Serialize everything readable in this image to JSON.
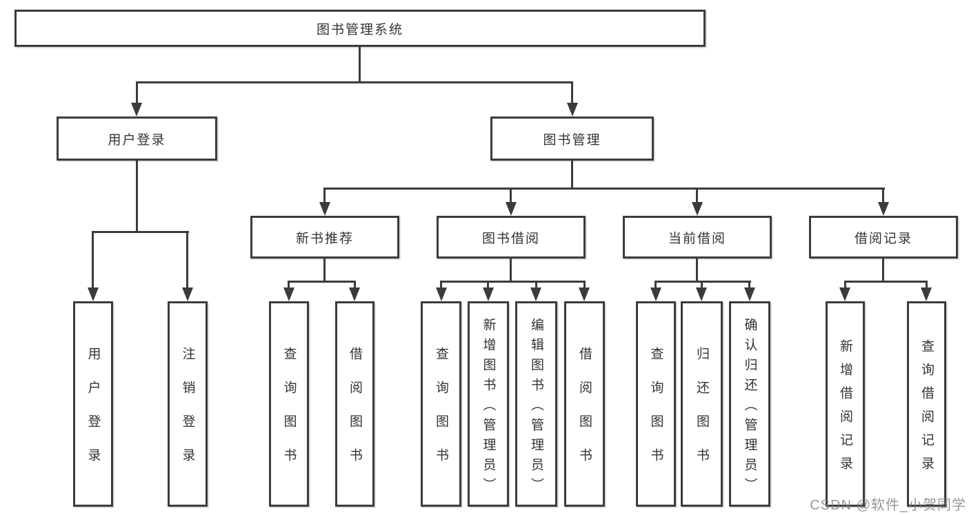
{
  "tree": {
    "label": "图书管理系统",
    "children": [
      {
        "label": "用户登录",
        "children": [
          {
            "label": "用户登录"
          },
          {
            "label": "注销登录"
          }
        ]
      },
      {
        "label": "图书管理",
        "children": [
          {
            "label": "新书推荐",
            "children": [
              {
                "label": "查询图书"
              },
              {
                "label": "借阅图书"
              }
            ]
          },
          {
            "label": "图书借阅",
            "children": [
              {
                "label": "查询图书"
              },
              {
                "label": "新增图书（管理员）"
              },
              {
                "label": "编辑图书（管理员）"
              },
              {
                "label": "借阅图书"
              }
            ]
          },
          {
            "label": "当前借阅",
            "children": [
              {
                "label": "查询图书"
              },
              {
                "label": "归还图书"
              },
              {
                "label": "确认归还（管理员）"
              }
            ]
          },
          {
            "label": "借阅记录",
            "children": [
              {
                "label": "新增借阅记录"
              },
              {
                "label": "查询借阅记录"
              }
            ]
          }
        ]
      }
    ]
  },
  "watermark": {
    "text": "CSDN @软件_小贺同学",
    "color": "#7d7d7d"
  },
  "colors": {
    "line": "#3b3b3b",
    "box_border": "#3b3b3b",
    "text": "#333333",
    "background": "#ffffff"
  }
}
